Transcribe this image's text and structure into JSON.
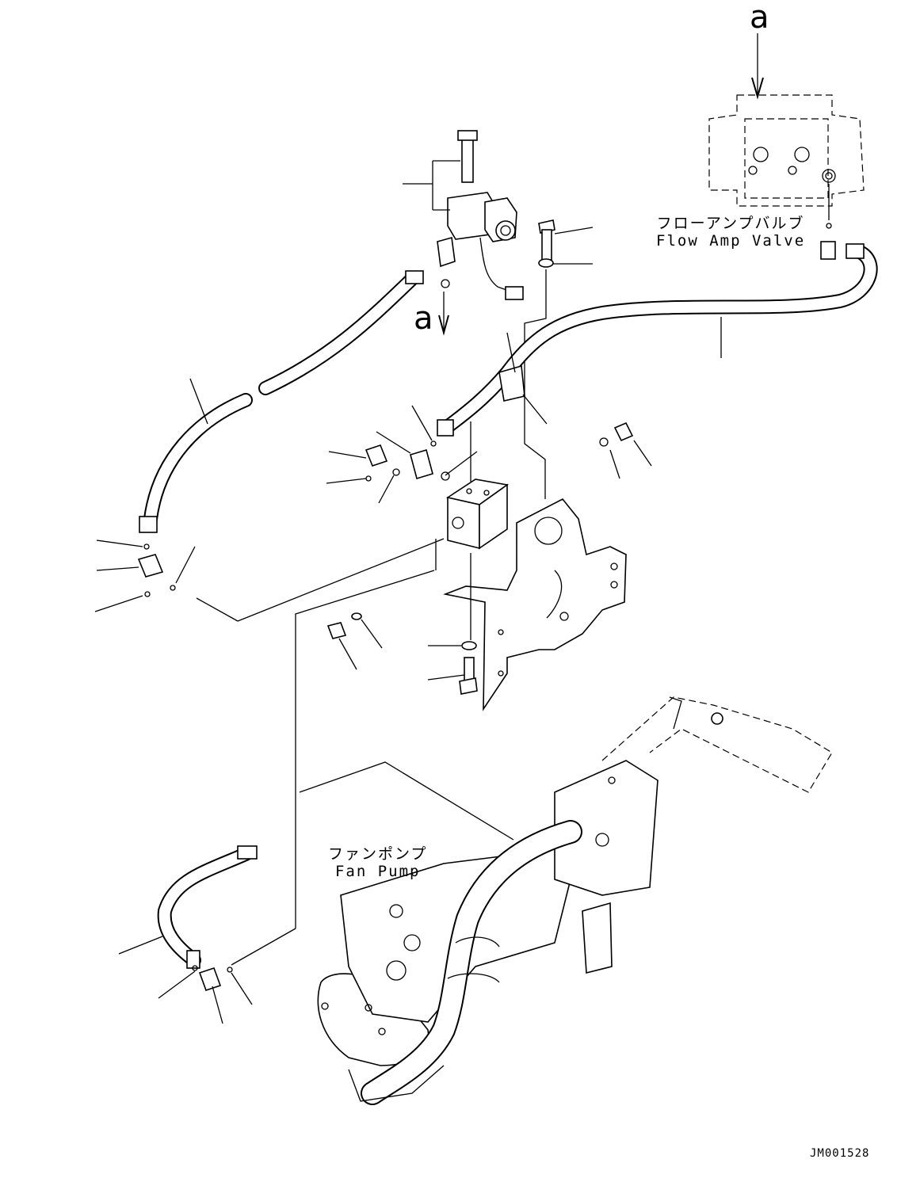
{
  "drawing": {
    "view_ref_top": "a",
    "view_ref_mid": "a",
    "flow_amp_valve_jp": "フローアンプバルブ",
    "flow_amp_valve_en": "Flow Amp Valve",
    "fan_pump_jp": "ファンポンプ",
    "fan_pump_en": "Fan Pump",
    "drawing_number": "JM001528"
  },
  "icons": [
    "solenoid-valve-icon",
    "bolt-icon",
    "hose-icon",
    "valve-block-icon",
    "bracket-icon",
    "fan-pump-icon",
    "flow-amp-valve-icon",
    "elbow-fitting-icon",
    "o-ring-icon"
  ]
}
